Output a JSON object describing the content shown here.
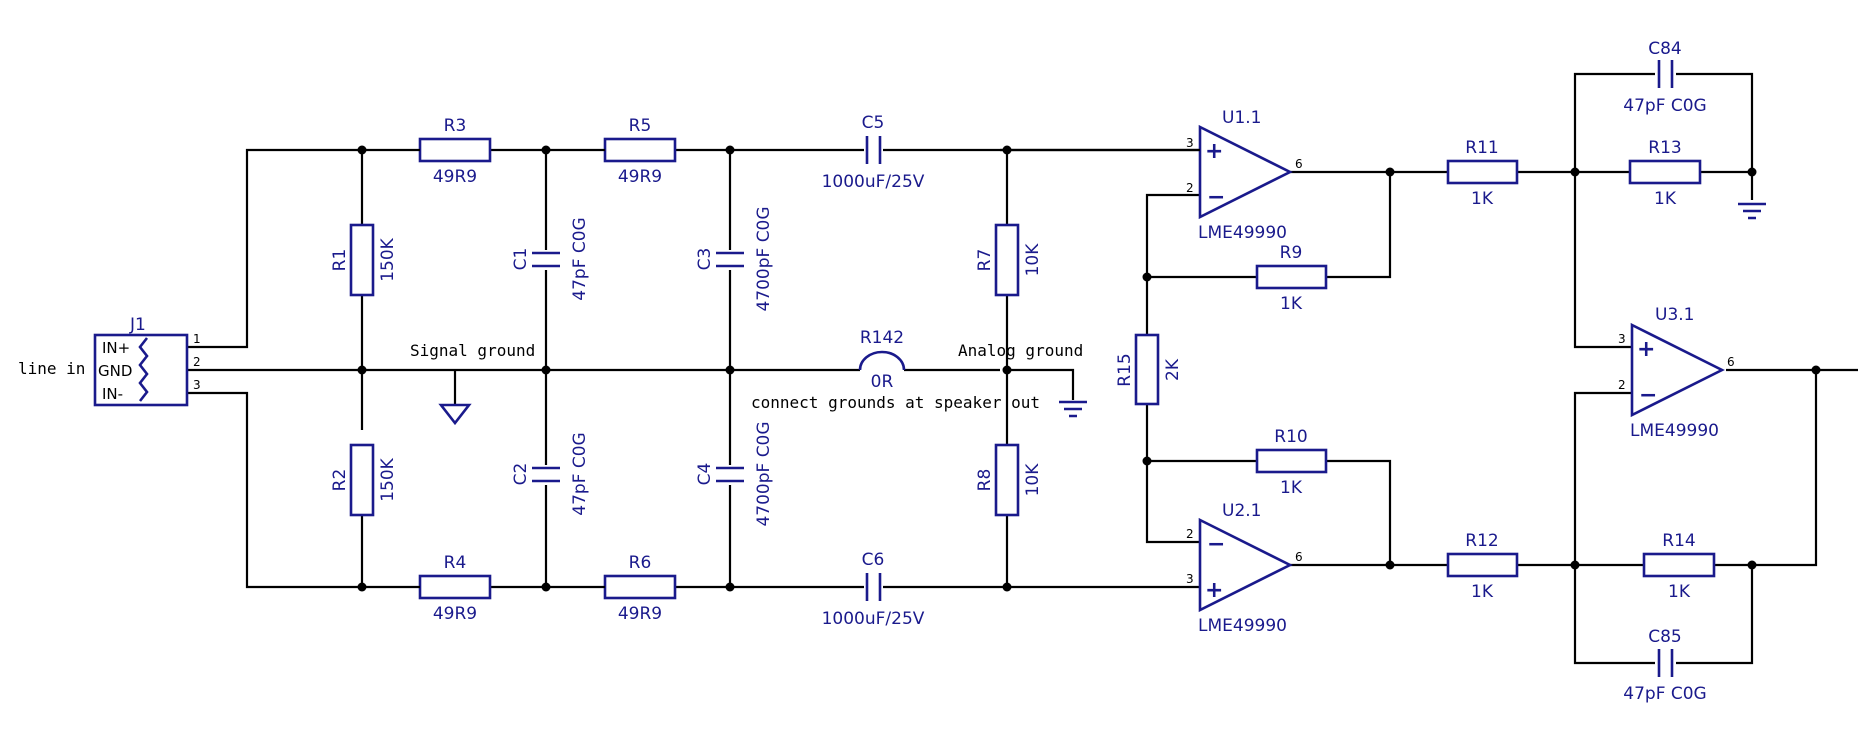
{
  "connector": {
    "label": "line in",
    "ref": "J1",
    "pins": [
      "IN+",
      "GND",
      "IN-"
    ],
    "pin_numbers": [
      "1",
      "2",
      "3"
    ]
  },
  "notes": {
    "signal_ground": "Signal ground",
    "analog_ground": "Analog ground",
    "connect_grounds": "connect grounds at speaker out"
  },
  "components": {
    "R1": {
      "ref": "R1",
      "value": "150K"
    },
    "R2": {
      "ref": "R2",
      "value": "150K"
    },
    "R3": {
      "ref": "R3",
      "value": "49R9"
    },
    "R4": {
      "ref": "R4",
      "value": "49R9"
    },
    "R5": {
      "ref": "R5",
      "value": "49R9"
    },
    "R6": {
      "ref": "R6",
      "value": "49R9"
    },
    "R7": {
      "ref": "R7",
      "value": "10K"
    },
    "R8": {
      "ref": "R8",
      "value": "10K"
    },
    "R9": {
      "ref": "R9",
      "value": "1K"
    },
    "R10": {
      "ref": "R10",
      "value": "1K"
    },
    "R11": {
      "ref": "R11",
      "value": "1K"
    },
    "R12": {
      "ref": "R12",
      "value": "1K"
    },
    "R13": {
      "ref": "R13",
      "value": "1K"
    },
    "R14": {
      "ref": "R14",
      "value": "1K"
    },
    "R15": {
      "ref": "R15",
      "value": "2K"
    },
    "R142": {
      "ref": "R142",
      "value": "0R"
    },
    "C1": {
      "ref": "C1",
      "value": "47pF C0G"
    },
    "C2": {
      "ref": "C2",
      "value": "47pF C0G"
    },
    "C3": {
      "ref": "C3",
      "value": "4700pF C0G"
    },
    "C4": {
      "ref": "C4",
      "value": "4700pF C0G"
    },
    "C5": {
      "ref": "C5",
      "value": "1000uF/25V"
    },
    "C6": {
      "ref": "C6",
      "value": "1000uF/25V"
    },
    "C84": {
      "ref": "C84",
      "value": "47pF C0G"
    },
    "C85": {
      "ref": "C85",
      "value": "47pF C0G"
    },
    "U1": {
      "ref": "U1.1",
      "value": "LME49990",
      "pins": {
        "plus": "3",
        "minus": "2",
        "out": "6"
      }
    },
    "U2": {
      "ref": "U2.1",
      "value": "LME49990",
      "pins": {
        "plus": "3",
        "minus": "2",
        "out": "6"
      }
    },
    "U3": {
      "ref": "U3.1",
      "value": "LME49990",
      "pins": {
        "plus": "3",
        "minus": "2",
        "out": "6"
      }
    }
  },
  "colors": {
    "component": "#1a1a8c",
    "wire": "#000000",
    "background": "#ffffff"
  }
}
